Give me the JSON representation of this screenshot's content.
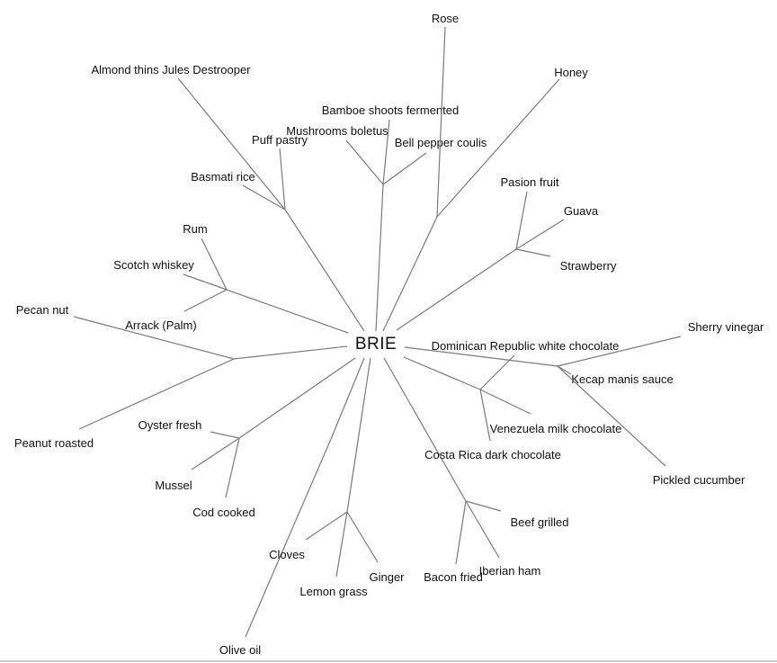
{
  "root": "BRIE",
  "line_color": "#7a7a7a",
  "clusters": [
    {
      "leaves": [
        "Almond thins Jules Destrooper",
        "Basmati rice",
        "Puff pastry"
      ]
    },
    {
      "leaves": [
        "Mushrooms boletus",
        "Bamboe shoots fermented",
        "Bell pepper coulis"
      ]
    },
    {
      "leaves": [
        "Rose",
        "Honey"
      ]
    },
    {
      "leaves": [
        "Pasion fruit",
        "Guava",
        "Strawberry"
      ]
    },
    {
      "leaves": [
        "Rum",
        "Scotch whiskey",
        "Arrack (Palm)"
      ]
    },
    {
      "leaves": [
        "Pecan nut",
        "Peanut roasted"
      ]
    },
    {
      "leaves": [
        "Oyster fresh",
        "Mussel",
        "Cod cooked"
      ]
    },
    {
      "leaves": [
        "Olive oil"
      ]
    },
    {
      "leaves": [
        "Cloves",
        "Lemon grass",
        "Ginger"
      ]
    },
    {
      "leaves": [
        "Beef grilled",
        "Bacon fried",
        "Iberian ham"
      ]
    },
    {
      "leaves": [
        "Dominican Republic white chocolate",
        "Venezuela milk chocolate",
        "Costa Rica dark chocolate"
      ]
    },
    {
      "leaves": [
        "Sherry vinegar",
        "Kecap manis sauce",
        "Pickled cucumber"
      ]
    }
  ]
}
